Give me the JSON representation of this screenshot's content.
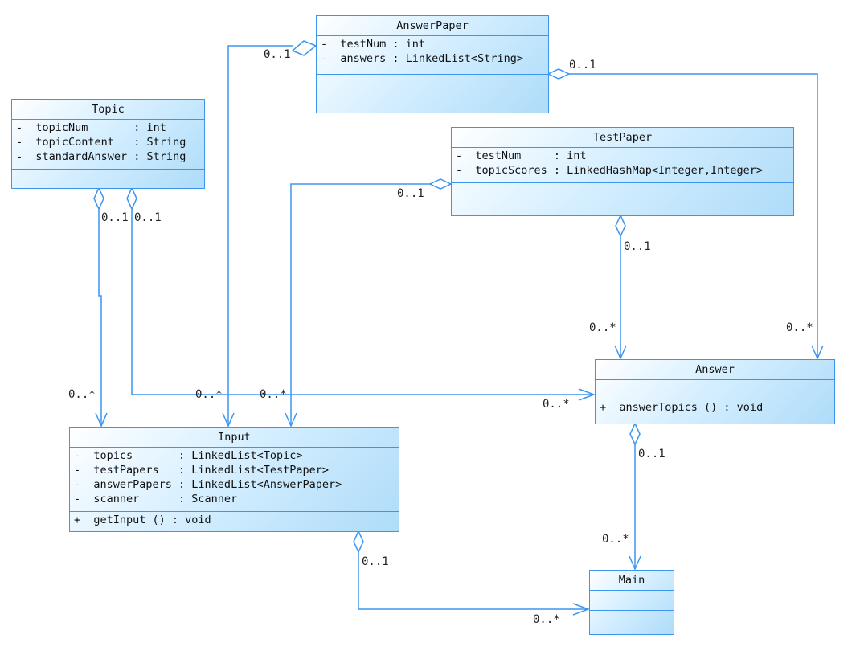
{
  "diagram": {
    "type": "UML class diagram",
    "line_color": "#3c96f0",
    "box_gradient": [
      "#ffffff",
      "#aedcf9"
    ]
  },
  "classes": {
    "answerPaper": {
      "name": "AnswerPaper",
      "attributes": [
        "-  testNum : int",
        "-  answers : LinkedList<String>"
      ],
      "operations": []
    },
    "topic": {
      "name": "Topic",
      "attributes": [
        "-  topicNum       : int",
        "-  topicContent   : String",
        "-  standardAnswer : String"
      ],
      "operations": []
    },
    "testPaper": {
      "name": "TestPaper",
      "attributes": [
        "-  testNum     : int",
        "-  topicScores : LinkedHashMap<Integer,Integer>"
      ],
      "operations": []
    },
    "answer": {
      "name": "Answer",
      "attributes": [],
      "operations": [
        "+  answerTopics () : void"
      ]
    },
    "input": {
      "name": "Input",
      "attributes": [
        "-  topics       : LinkedList<Topic>",
        "-  testPapers   : LinkedList<TestPaper>",
        "-  answerPapers : LinkedList<AnswerPaper>",
        "-  scanner      : Scanner"
      ],
      "operations": [
        "+  getInput () : void"
      ]
    },
    "main": {
      "name": "Main",
      "attributes": [],
      "operations": []
    }
  },
  "associations": [
    {
      "from": "AnswerPaper",
      "to": "Input",
      "kind": "aggregation",
      "from_mult": "0..1",
      "to_mult": "0..*"
    },
    {
      "from": "AnswerPaper",
      "to": "Answer",
      "kind": "aggregation",
      "from_mult": "0..1",
      "to_mult": "0..*"
    },
    {
      "from": "Topic",
      "to": "Input",
      "kind": "aggregation",
      "from_mult": "0..1",
      "to_mult": "0..*"
    },
    {
      "from": "Topic",
      "to": "Answer",
      "kind": "aggregation",
      "from_mult": "0..1",
      "to_mult": "0..*"
    },
    {
      "from": "TestPaper",
      "to": "Input",
      "kind": "aggregation",
      "from_mult": "0..1",
      "to_mult": "0..*"
    },
    {
      "from": "TestPaper",
      "to": "Answer",
      "kind": "aggregation",
      "from_mult": "0..1",
      "to_mult": "0..*"
    },
    {
      "from": "Answer",
      "to": "Main",
      "kind": "aggregation",
      "from_mult": "0..1",
      "to_mult": "0..*"
    },
    {
      "from": "Input",
      "to": "Main",
      "kind": "aggregation",
      "from_mult": "0..1",
      "to_mult": "0..*"
    }
  ]
}
